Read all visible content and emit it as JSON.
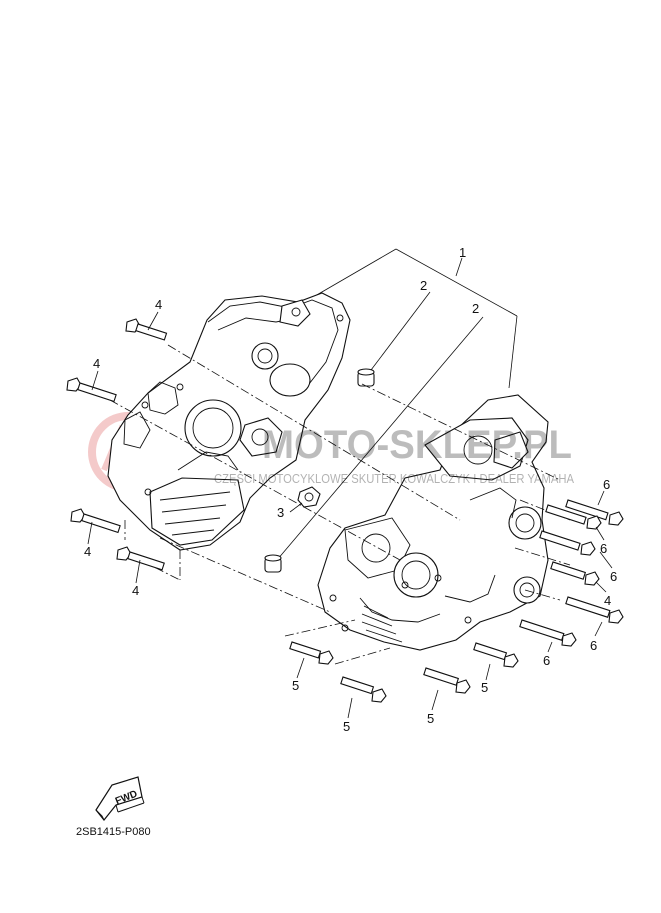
{
  "diagram_code": "2SB1415-P080",
  "fwd_label": "FWD",
  "watermark": {
    "text_main": "MOTO-SKLEP.PL",
    "text_sub": "CZĘŚCI MOTOCYKLOWE SKUTER KOWALCZYK I DEALER YAMAHA",
    "color": "#e06a6a"
  },
  "callouts": {
    "c1": "1",
    "c2a": "2",
    "c2b": "2",
    "c3": "3",
    "c4a": "4",
    "c4b": "4",
    "c4c": "4",
    "c4d": "4",
    "c4e": "4",
    "c5a": "5",
    "c5b": "5",
    "c5c": "5",
    "c5d": "5",
    "c6a": "6",
    "c6b": "6",
    "c6c": "6",
    "c6d": "6",
    "c6e": "6"
  }
}
